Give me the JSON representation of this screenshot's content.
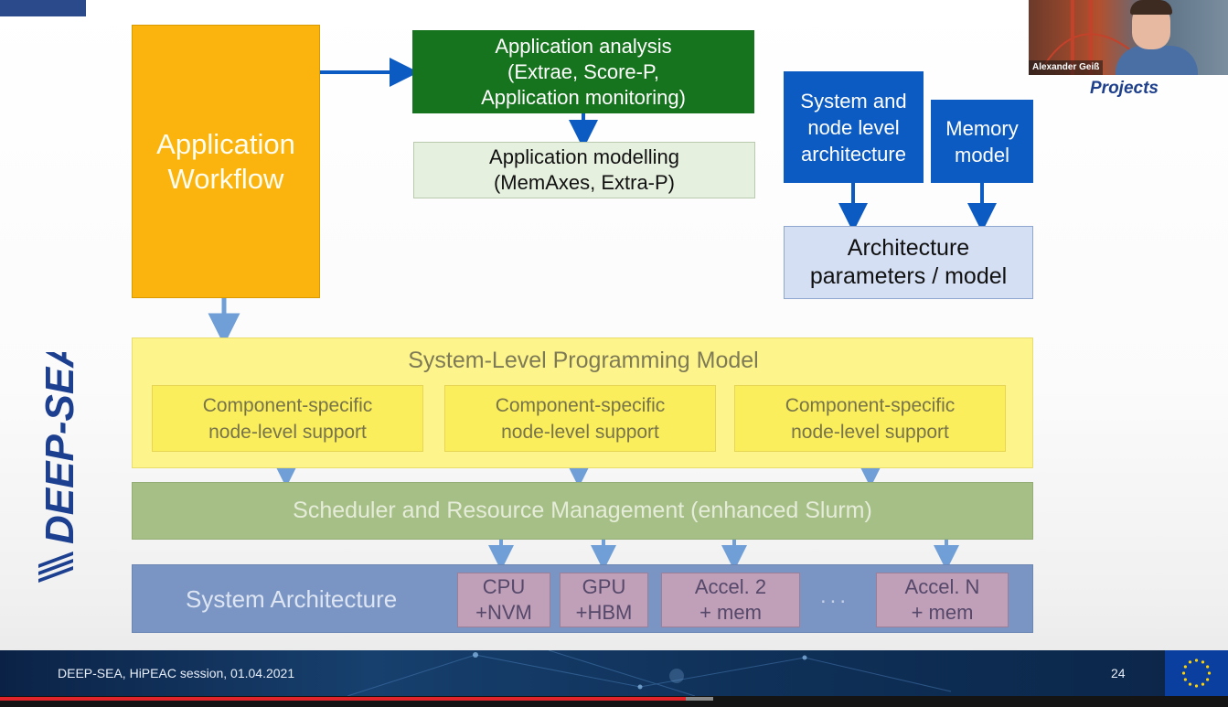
{
  "boxes": {
    "workflow": [
      "Application",
      "Workflow"
    ],
    "analysis": [
      "Application analysis",
      "(Extrae, Score-P,",
      "Application monitoring)"
    ],
    "modelling": [
      "Application modelling",
      "(MemAxes, Extra-P)"
    ],
    "system_node": [
      "System and",
      "node level",
      "architecture"
    ],
    "memory": [
      "Memory",
      "model"
    ],
    "arch_params": [
      "Architecture",
      "parameters / model"
    ]
  },
  "slpm": {
    "title": "System-Level Programming Model",
    "components": [
      [
        "Component-specific",
        "node-level support"
      ],
      [
        "Component-specific",
        "node-level support"
      ],
      [
        "Component-specific",
        "node-level support"
      ]
    ]
  },
  "scheduler": "Scheduler and Resource Management (enhanced Slurm)",
  "system_arch": {
    "label": "System Architecture",
    "hardware": [
      [
        "CPU",
        "+NVM"
      ],
      [
        "GPU",
        "+HBM"
      ],
      [
        "Accel. 2",
        "+ mem"
      ],
      [
        "Accel. N",
        "+ mem"
      ]
    ],
    "ellipsis": "..."
  },
  "logo_text": "DEEP-SEA",
  "footer": {
    "text": "DEEP-SEA, HiPEAC session, 01.04.2021",
    "page": "24"
  },
  "video": {
    "name": "Alexander Geiß",
    "caption": "Projects"
  },
  "colors": {
    "workflow": "#fbb40e",
    "analysis": "#17741e",
    "blue": "#0c5bc2",
    "slpm": "#fef48c",
    "scheduler": "#a6bf86",
    "system_arch": "#7a95c4",
    "arrow_dark": "#0c5bc2",
    "arrow_light": "#6f9fd6"
  },
  "progress": 0.56
}
